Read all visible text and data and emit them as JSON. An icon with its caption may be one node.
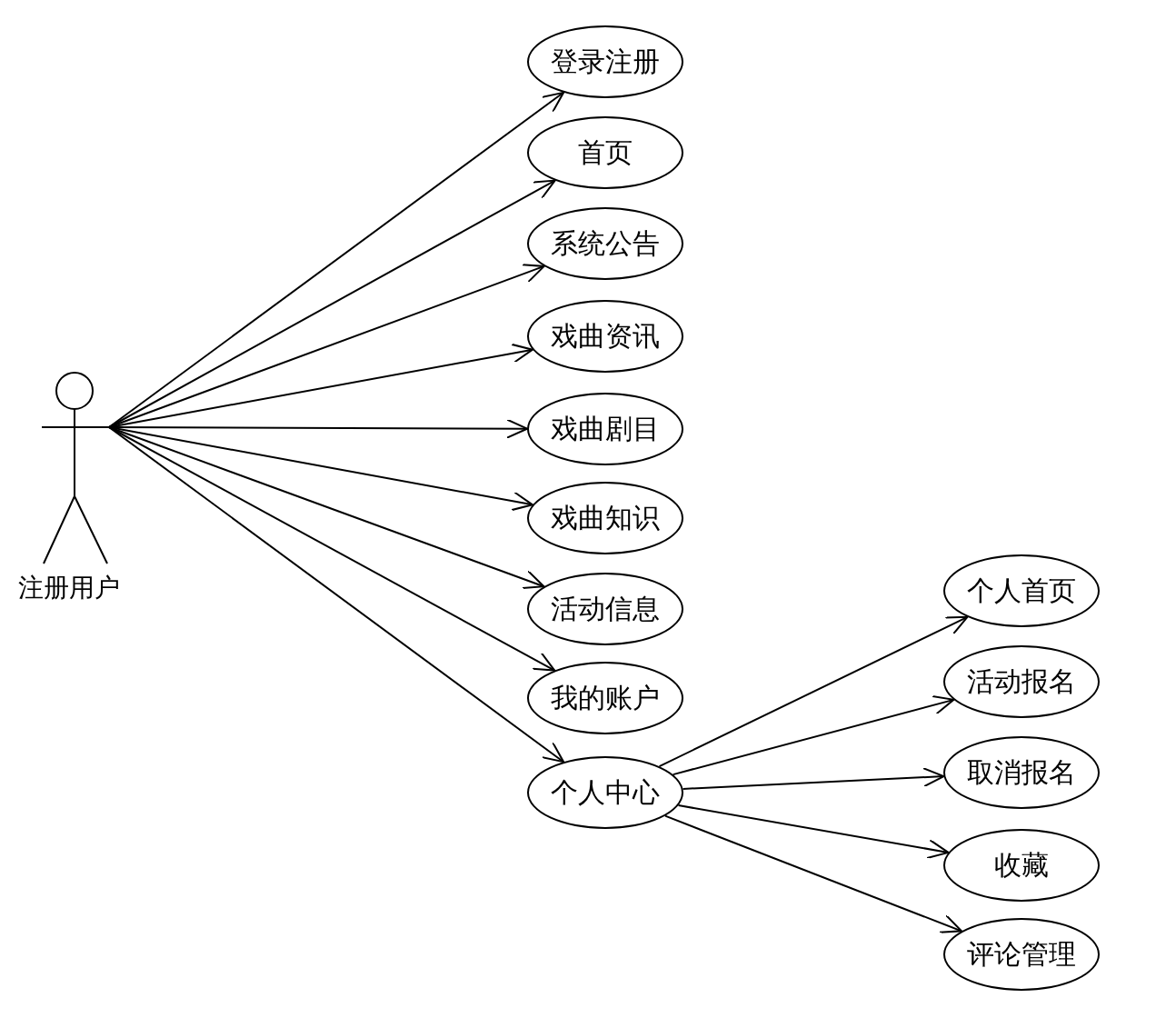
{
  "diagram": {
    "nodes": [
      {
        "text": [
          "注册用户"
        ]
      },
      {
        "text": [
          "登录注册"
        ]
      },
      {
        "text": [
          "首页"
        ]
      },
      {
        "text": [
          "系统公告"
        ]
      },
      {
        "text": [
          "戏曲资讯"
        ]
      },
      {
        "text": [
          "戏曲剧目"
        ]
      },
      {
        "text": [
          "戏曲知识"
        ]
      },
      {
        "text": [
          "活动信息"
        ]
      },
      {
        "text": [
          "我的账户"
        ]
      },
      {
        "text": [
          "个人中心"
        ]
      },
      {
        "text": [
          "个人首页"
        ]
      },
      {
        "text": [
          "活动报名"
        ]
      },
      {
        "text": [
          "取消报名"
        ]
      },
      {
        "text": [
          "收藏"
        ]
      },
      {
        "text": [
          "评论管理"
        ]
      }
    ],
    "edges": [
      {
        "from": 0,
        "to": 1,
        "arrow": "to"
      },
      {
        "from": 0,
        "to": 2,
        "arrow": "to"
      },
      {
        "from": 0,
        "to": 3,
        "arrow": "to"
      },
      {
        "from": 0,
        "to": 4,
        "arrow": "to"
      },
      {
        "from": 0,
        "to": 5,
        "arrow": "to"
      },
      {
        "from": 0,
        "to": 6,
        "arrow": "to"
      },
      {
        "from": 0,
        "to": 7,
        "arrow": "to"
      },
      {
        "from": 0,
        "to": 8,
        "arrow": "to"
      },
      {
        "from": 0,
        "to": 9,
        "arrow": "to"
      },
      {
        "from": 9,
        "to": 10,
        "arrow": "to"
      },
      {
        "from": 9,
        "to": 11,
        "arrow": "to"
      },
      {
        "from": 9,
        "to": 12,
        "arrow": "to"
      },
      {
        "from": 9,
        "to": 13,
        "arrow": "to"
      },
      {
        "from": 9,
        "to": 14,
        "arrow": "to"
      }
    ]
  }
}
